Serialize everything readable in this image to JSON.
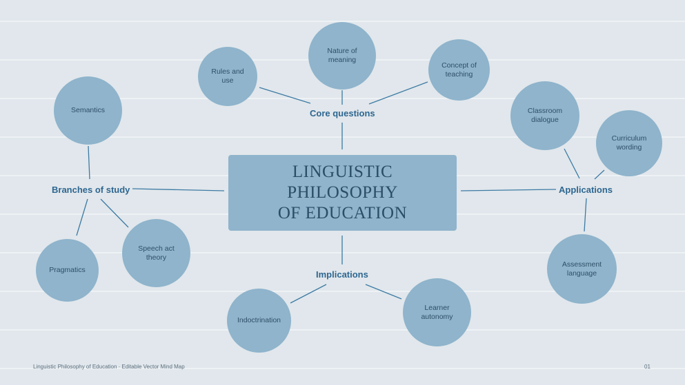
{
  "center": {
    "title": "LINGUISTIC\nPHILOSOPHY\nOF EDUCATION"
  },
  "branches": {
    "core": {
      "label": "Core questions",
      "topics": [
        "Rules and\nuse",
        "Nature of\nmeaning",
        "Concept of\nteaching"
      ]
    },
    "study": {
      "label": "Branches of study",
      "topics": [
        "Semantics",
        "Pragmatics",
        "Speech act\ntheory"
      ]
    },
    "applications": {
      "label": "Applications",
      "topics": [
        "Classroom\ndialogue",
        "Curriculum\nwording",
        "Assessment\nlanguage"
      ]
    },
    "implications": {
      "label": "Implications",
      "topics": [
        "Indoctrination",
        "Learner\nautonomy"
      ]
    }
  },
  "footer": {
    "title": "Linguistic Philosophy of Education · Editable Vector Mind Map",
    "page": "01"
  },
  "colors": {
    "background": "#e1e7ec",
    "node": "#8fb4cc",
    "accent": "#2e6690",
    "line": "#3d7aa3"
  }
}
